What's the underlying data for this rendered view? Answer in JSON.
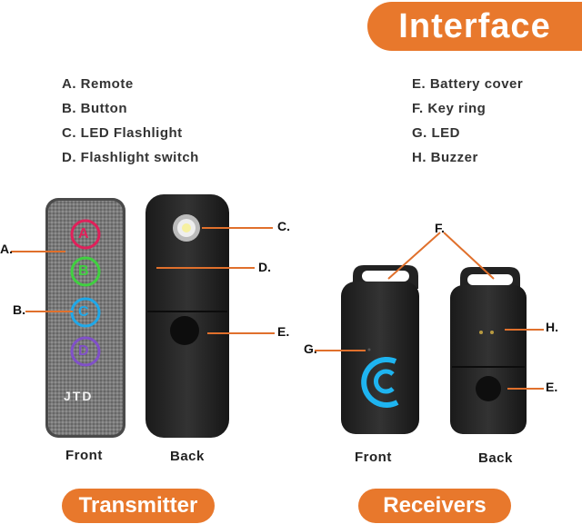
{
  "title": "Interface",
  "legend_left": [
    "A. Remote",
    "B. Button",
    "C. LED Flashlight",
    "D. Flashlight switch"
  ],
  "legend_right": [
    "E. Battery cover",
    "F. Key ring",
    "G. LED",
    "H. Buzzer"
  ],
  "remote": {
    "letters": [
      "A",
      "B",
      "C",
      "D"
    ],
    "brand": "JTD"
  },
  "callouts": {
    "a": "A.",
    "b": "B.",
    "c": "C.",
    "d": "D.",
    "e_left": "E.",
    "f": "F.",
    "g": "G.",
    "h": "H.",
    "e_right": "E."
  },
  "captions": {
    "transmitter_front": "Front",
    "transmitter_back": "Back",
    "receiver_front": "Front",
    "receiver_back": "Back"
  },
  "sections": {
    "transmitter": "Transmitter",
    "receivers": "Receivers"
  },
  "colors": {
    "accent": "#e8782c",
    "ring_a": "#e0205a",
    "ring_b": "#40d040",
    "ring_c": "#20a8e8",
    "ring_d": "#8050c8",
    "receiver_logo": "#1eb4f0"
  }
}
